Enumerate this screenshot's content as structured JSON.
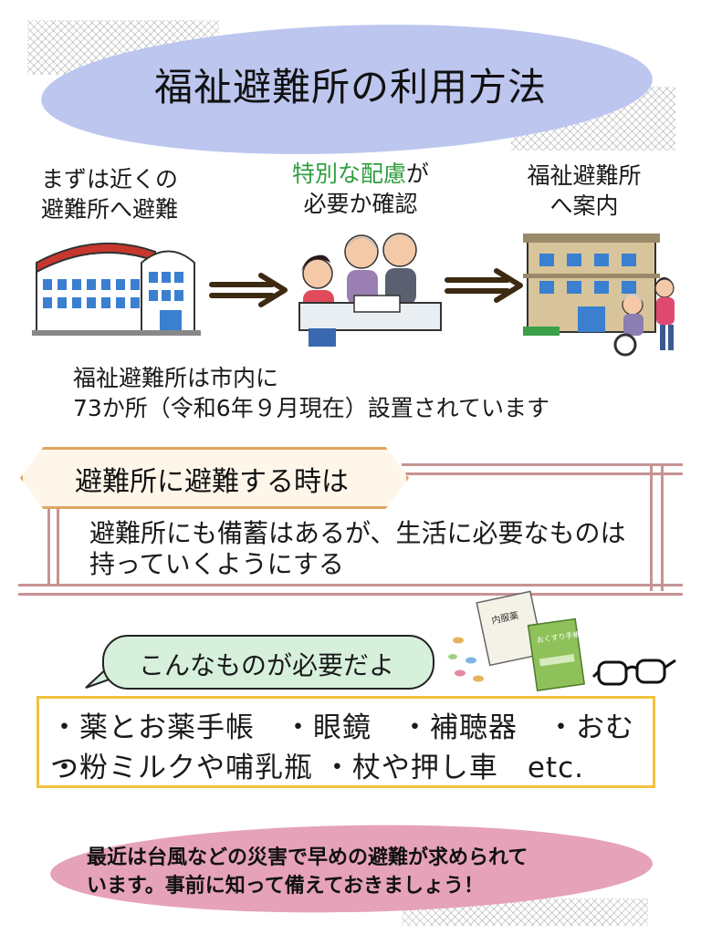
{
  "title": "福祉避難所の利用方法",
  "steps": [
    {
      "line1": "まずは近くの",
      "line2": "避難所へ避難"
    },
    {
      "line1_highlight": "特別な配慮",
      "line1_rest": "が",
      "line2": "必要か確認"
    },
    {
      "line1": "福祉避難所",
      "line2": "へ案内"
    }
  ],
  "info": {
    "line1": "福祉避難所は市内に",
    "line2": "73か所（令和6年９月現在）設置されています"
  },
  "shelter": {
    "label": "避難所に避難する時は",
    "body": "避難所にも備蓄はあるが、生活に必要なものは持っていくようにする"
  },
  "needs": {
    "bubble": "こんなものが必要だよ",
    "line1": "・薬とお薬手帳　・眼鏡　・補聴器　・おむつ",
    "line2": "・粉ミルクや哺乳瓶 ・杖や押し車　etc.",
    "medicine_bag_label": "内服薬",
    "notebook_label": "おくすり手帳"
  },
  "footer": {
    "line1": "最近は台風などの災害で早めの避難が求められて",
    "line2": "います。事前に知って備えておきましょう！"
  },
  "colors": {
    "title_blob": "#bcc6ef",
    "highlight_green": "#2e9f3e",
    "label_border": "#e0a560",
    "rule": "#c79393",
    "items_border": "#f2c23d",
    "bubble": "#d7f0dc",
    "footer_blob": "#e6a2b9"
  }
}
